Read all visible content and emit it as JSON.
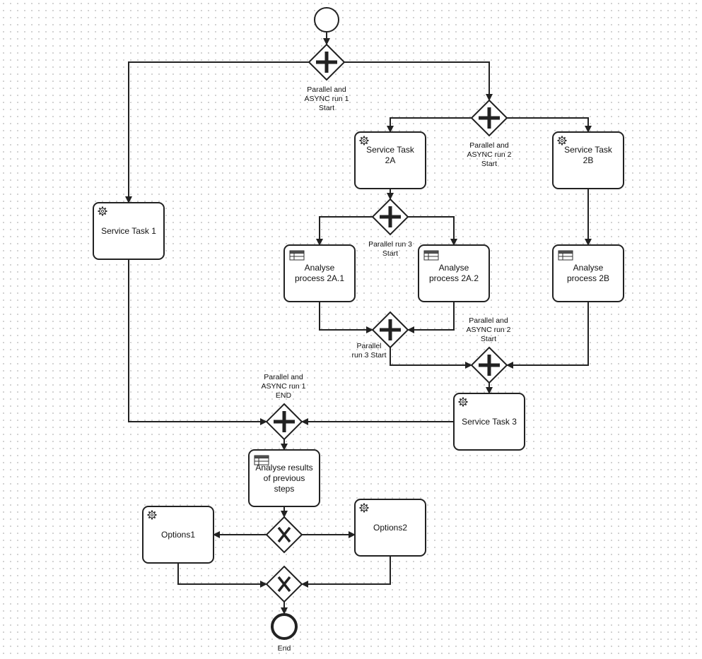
{
  "tasks": {
    "t1": {
      "label": "Service Task  1",
      "kind": "service"
    },
    "t2a": {
      "label": "Service Task\n2A",
      "kind": "service"
    },
    "t2b": {
      "label": "Service Task\n2B",
      "kind": "service"
    },
    "a21": {
      "label": "Analyse\nprocess 2A.1",
      "kind": "business-rule"
    },
    "a22": {
      "label": "Analyse\nprocess 2A.2",
      "kind": "business-rule"
    },
    "a2b": {
      "label": "Analyse\nprocess 2B",
      "kind": "business-rule"
    },
    "t3": {
      "label": "Service Task 3",
      "kind": "service"
    },
    "ar": {
      "label": "Analyse results\nof previous\nsteps",
      "kind": "business-rule"
    },
    "o1": {
      "label": "Options1",
      "kind": "service"
    },
    "o2": {
      "label": "Options2",
      "kind": "service"
    }
  },
  "gateways": {
    "g1": {
      "label": "Parallel and\nASYNC run 1\nStart",
      "kind": "parallel"
    },
    "g2": {
      "label": "Parallel and\nASYNC run 2\nStart",
      "kind": "parallel"
    },
    "g3": {
      "label": "Parallel run 3\nStart",
      "kind": "parallel"
    },
    "g4": {
      "label": "Parallel\nrun 3 Start",
      "kind": "parallel"
    },
    "g5": {
      "label": "Parallel and\nASYNC run 2\nStart",
      "kind": "parallel"
    },
    "g6": {
      "label": "Parallel and\nASYNC run 1\nEND",
      "kind": "parallel"
    },
    "x1": {
      "label": "",
      "kind": "exclusive"
    },
    "x2": {
      "label": "",
      "kind": "exclusive"
    }
  },
  "events": {
    "start": {
      "label": "",
      "kind": "start"
    },
    "end": {
      "label": "End",
      "kind": "end"
    }
  },
  "icons": {
    "service": "gear-icon",
    "business-rule": "table-icon"
  },
  "colors": {
    "stroke": "#222222",
    "fill": "#ffffff",
    "grid": "#cfcfcf"
  }
}
